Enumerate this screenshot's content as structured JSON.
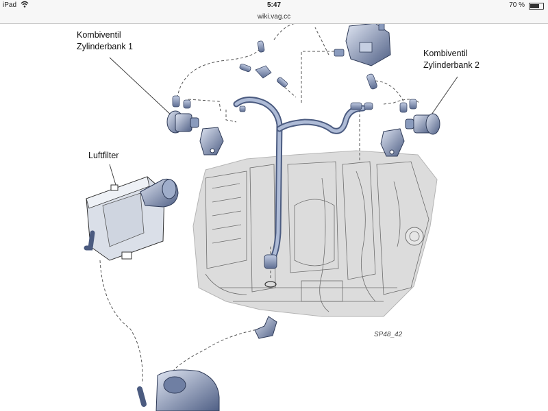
{
  "status_bar": {
    "device": "iPad",
    "time": "5:47",
    "battery_text": "70 %",
    "battery_level": 0.7,
    "wifi_icon": "wifi-icon"
  },
  "url_bar": {
    "url": "wiki.vag.cc"
  },
  "diagram": {
    "labels": {
      "valve_bank1_line1": "Kombiventil",
      "valve_bank1_line2": "Zylinderbank 1",
      "valve_bank2_line1": "Kombiventil",
      "valve_bank2_line2": "Zylinderbank 2",
      "air_filter": "Luftfilter"
    },
    "reference": "SP48_42",
    "colors": {
      "engine_block": "#dcdcdc",
      "hose": "#8a9bbd",
      "hose_dark": "#4b5b80",
      "line": "#555555",
      "component": "#b9c2d8"
    }
  }
}
